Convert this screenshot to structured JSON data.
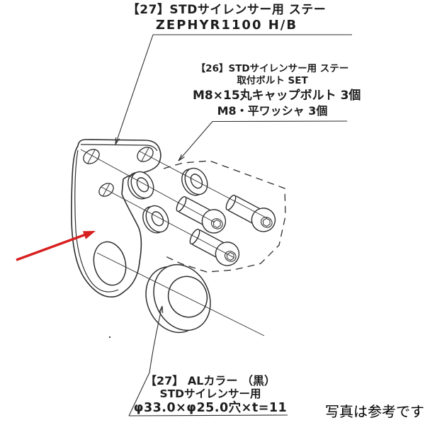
{
  "colors": {
    "background": "#ffffff",
    "ink": "#2e2e2e",
    "arrow_red": "#d81f1f",
    "text": "#1d1d1d"
  },
  "callouts": {
    "stay": {
      "lines": [
        "【27】STDサイレンサー用 ステー",
        "ZEPHYR1100 H/B"
      ]
    },
    "bolt_set": {
      "lines": [
        "【26】STDサイレンサー用 ステー",
        "取付ボルト SET",
        "M8×15丸キャップボルト 3個",
        "M8・平ワッシャ 3個"
      ]
    },
    "collar": {
      "lines": [
        "【27】 ALカラー （黒）",
        "STDサイレンサー用",
        "φ33.0×φ25.0穴×t=11"
      ]
    },
    "footnote": "写真は参考です"
  }
}
